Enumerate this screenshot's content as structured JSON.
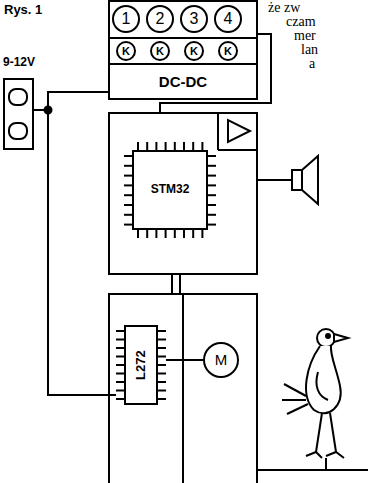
{
  "diagram": {
    "nodes": [
      {
        "text": [
          "DC-DC"
        ]
      },
      {
        "text": [
          "1"
        ],
        "in": 0
      },
      {
        "text": [
          "2"
        ],
        "in": 0
      },
      {
        "text": [
          "3"
        ],
        "in": 0
      },
      {
        "text": [
          "4"
        ],
        "in": 0
      },
      {
        "text": [
          "9-12V"
        ]
      },
      {
        "text": []
      },
      {
        "text": [
          "STM32"
        ],
        "in": 6
      },
      {
        "text": []
      },
      {
        "text": [
          "L272"
        ],
        "in": 8
      },
      {
        "text": [
          "M"
        ],
        "in": 8
      }
    ],
    "edges": [
      {
        "from": 5,
        "to": 0,
        "arrow": "none"
      },
      {
        "from": 5,
        "to": 8,
        "arrow": "none"
      },
      {
        "from": 0,
        "to": 6,
        "arrow": "none"
      },
      {
        "from": 6,
        "to": 8,
        "arrow": "none"
      },
      {
        "from": 6,
        "to": 8,
        "arrow": "none"
      }
    ],
    "labels": [
      "Rys. 1",
      "że zw",
      "czam",
      "mer",
      "lan",
      "a",
      "K",
      "K",
      "K",
      "K"
    ]
  }
}
